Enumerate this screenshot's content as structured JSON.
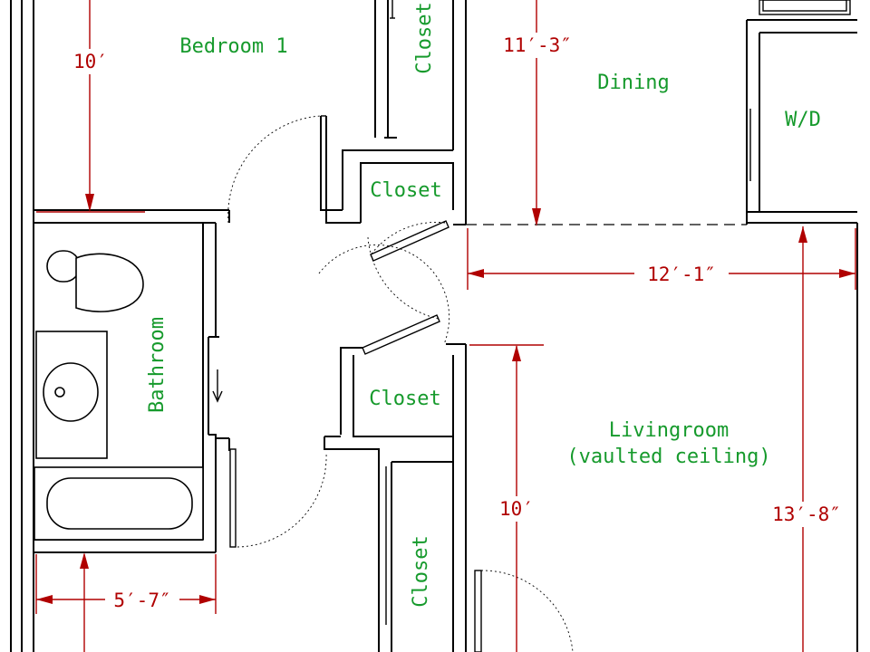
{
  "rooms": {
    "bedroom1": "Bedroom 1",
    "dining": "Dining",
    "wd": "W/D",
    "closet_top": "Closet",
    "closet_upper": "Closet",
    "closet_lower": "Closet",
    "closet_bottom": "Closet",
    "bathroom": "Bathroom",
    "livingroom": "Livingroom",
    "livingroom_note": "(vaulted ceiling)"
  },
  "dimensions": {
    "bedroom_height": "10′",
    "dining_height": "11′-3″",
    "living_width": "12′-1″",
    "living_closet_height": "10′",
    "living_height": "13′-8″",
    "bath_width": "5′-7″"
  },
  "colors": {
    "walls": "#000000",
    "room_labels": "#169a2c",
    "dimensions": "#b00000"
  }
}
